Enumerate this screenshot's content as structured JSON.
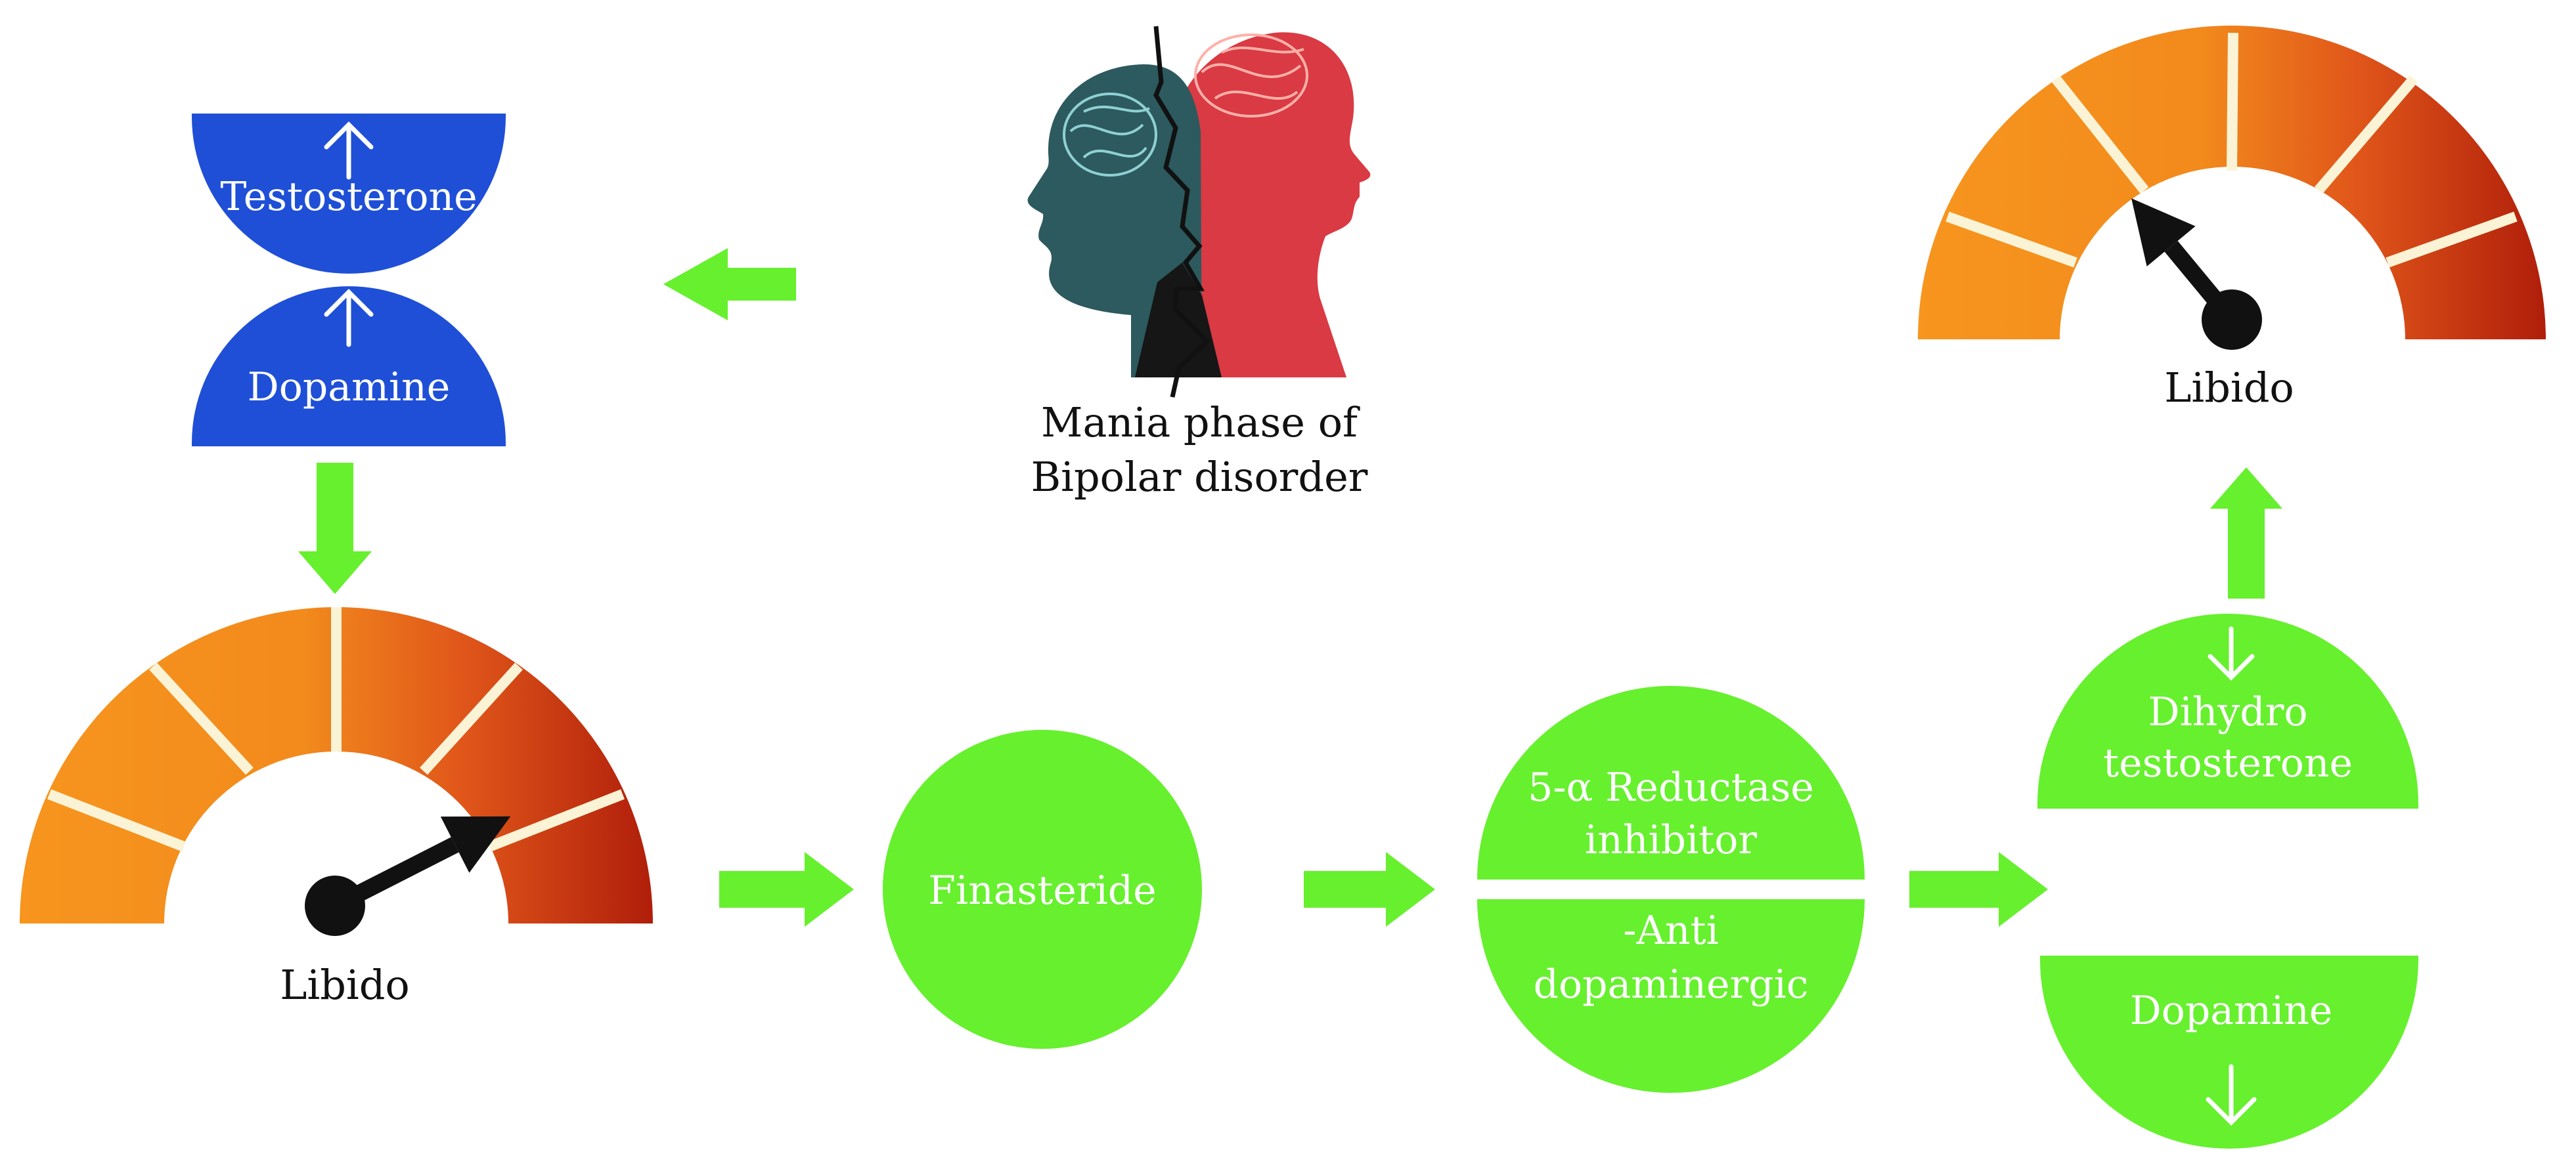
{
  "hormones_top": {
    "testosterone": "Testosterone",
    "dopamine": "Dopamine",
    "arrow_direction": "up"
  },
  "mania_caption": {
    "line1": "Mania phase of",
    "line2": "Bipolar disorder"
  },
  "gauge_left": {
    "label": "Libido",
    "level": 0.85
  },
  "gauge_right": {
    "label": "Libido",
    "level": 0.28
  },
  "finasteride": {
    "label": "Finasteride"
  },
  "mechanism": {
    "top_line1": "5-α Reductase",
    "top_line2": "inhibitor",
    "bottom_line1": "-Anti",
    "bottom_line2": "dopaminergic"
  },
  "outcome": {
    "dht_line1": "Dihydro",
    "dht_line2": "testosterone",
    "dopamine": "Dopamine",
    "arrow_direction": "down"
  },
  "colors": {
    "blue": "#1e4fd6",
    "green": "#66f02d",
    "orange": "#f6901c",
    "red": "#b01e0a",
    "gauge_divider": "#fbf3d5",
    "head_teal": "#2c5a5e",
    "head_red": "#d93a44"
  },
  "icons": [
    "up-arrow-icon",
    "down-arrow-icon",
    "gauge-icon",
    "heads-icon",
    "brain-icon"
  ]
}
